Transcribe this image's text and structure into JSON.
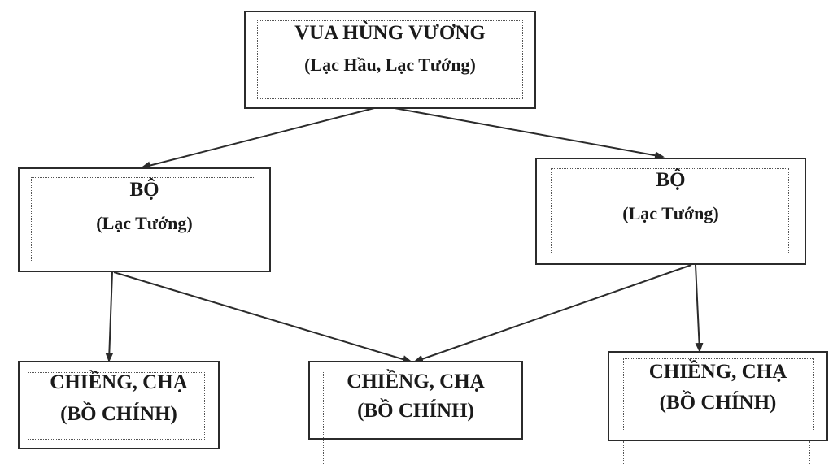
{
  "nodes": {
    "king": {
      "line1": "VUA HÙNG VƯƠNG",
      "line2": "(Lạc Hầu, Lạc Tướng)"
    },
    "bo_left": {
      "line1": "BỘ",
      "line2": "(Lạc Tướng)"
    },
    "bo_right": {
      "line1": "BỘ",
      "line2": "(Lạc Tướng)"
    },
    "chieng_left": {
      "line1": "CHIỀNG, CHẠ",
      "line2": "(BỒ CHÍNH)"
    },
    "chieng_middle": {
      "line1": "CHIỀNG, CHẠ",
      "line2": "(BỒ CHÍNH)"
    },
    "chieng_right": {
      "line1": "CHIỀNG, CHẠ",
      "line2": "(BỒ CHÍNH)"
    }
  },
  "edges": [
    {
      "from": "king",
      "to": "bo_left"
    },
    {
      "from": "king",
      "to": "bo_right"
    },
    {
      "from": "bo_left",
      "to": "chieng_left"
    },
    {
      "from": "bo_left",
      "to": "chieng_middle"
    },
    {
      "from": "bo_right",
      "to": "chieng_middle"
    },
    {
      "from": "bo_right",
      "to": "chieng_right"
    }
  ],
  "colors": {
    "border": "#2b2b2b",
    "arrow": "#2b2b2b",
    "text": "#1a1a1a"
  }
}
